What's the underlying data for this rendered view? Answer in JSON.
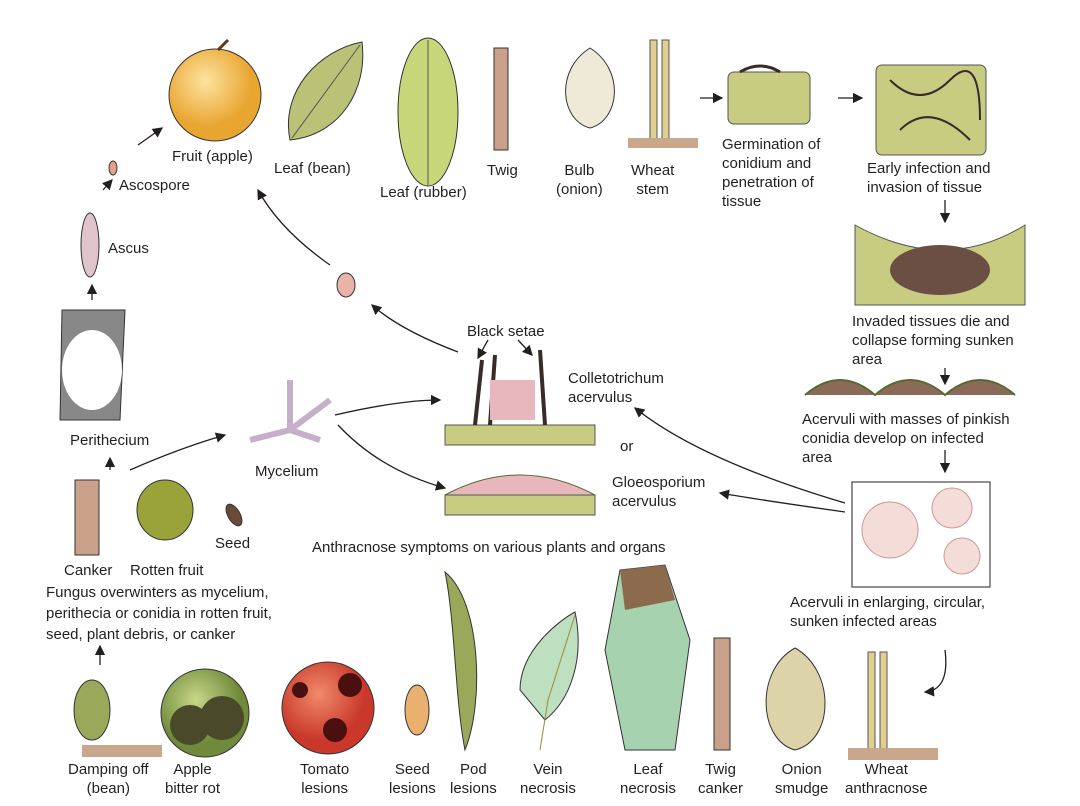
{
  "diagram": {
    "top_hosts": {
      "fruit_apple": "Fruit (apple)",
      "leaf_bean": "Leaf (bean)",
      "leaf_rubber": "Leaf (rubber)",
      "twig": "Twig",
      "bulb_onion": "Bulb\n(onion)",
      "wheat_stem": "Wheat\nstem"
    },
    "infection_stages": {
      "germination": "Germination of\nconidium and\npenetration of\ntissue",
      "early_infection": "Early infection and\ninvasion of tissue",
      "collapse": "Invaded tissues die and\ncollapse forming sunken\narea",
      "acervuli_develop": "Acervuli with masses of pinkish\nconidia develop on infected\narea",
      "acervuli_enlarging": "Acervuli in enlarging, circular,\nsunken infected areas"
    },
    "sexual_stage": {
      "ascospore": "Ascospore",
      "ascus": "Ascus",
      "perithecium": "Perithecium"
    },
    "center": {
      "mycelium": "Mycelium",
      "black_setae": "Black setae",
      "colletotrichum": "Colletotrichum\nacervulus",
      "or": "or",
      "gloeosporium": "Gloeosporium\nacervulus"
    },
    "overwintering": {
      "canker": "Canker",
      "rotten_fruit": "Rotten fruit",
      "seed": "Seed",
      "description": "Fungus overwinters as mycelium,\nperithecia or conidia in rotten fruit,\nseed, plant debris, or canker"
    },
    "symptoms_title": "Anthracnose symptoms on various plants and organs",
    "symptoms": [
      "Damping off\n(bean)",
      "Apple\nbitter rot",
      "Tomato\nlesions",
      "Seed\nlesions",
      "Pod\nlesions",
      "Vein\nnecrosis",
      "Leaf\nnecrosis",
      "Twig\ncanker",
      "Onion\nsmudge",
      "Wheat\nanthracnose"
    ]
  }
}
